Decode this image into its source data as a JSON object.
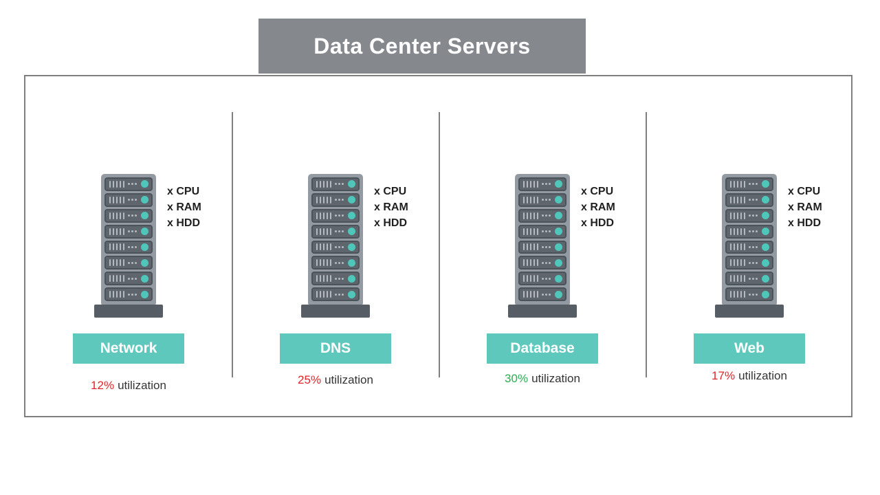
{
  "title": "Data Center Servers",
  "specs": {
    "cpu": "x CPU",
    "ram": "x RAM",
    "hdd": "x HDD"
  },
  "servers": [
    {
      "name": "Network",
      "utilization_value": "12%",
      "utilization_label": "utilization",
      "utilization_color": "#e02428"
    },
    {
      "name": "DNS",
      "utilization_value": "25%",
      "utilization_label": "utilization",
      "utilization_color": "#e02428"
    },
    {
      "name": "Database",
      "utilization_value": "30%",
      "utilization_label": "utilization",
      "utilization_color": "#28ae52"
    },
    {
      "name": "Web",
      "utilization_value": "17%",
      "utilization_label": "utilization",
      "utilization_color": "#e02428"
    }
  ],
  "colors": {
    "title_bar_gray": "#85888d",
    "accent_teal": "#5ec8bd",
    "status_led_teal": "#4fc6ba",
    "utilization_red": "#e02428",
    "utilization_green": "#28ae52"
  },
  "server_rack": {
    "slots_per_rack": 8
  }
}
